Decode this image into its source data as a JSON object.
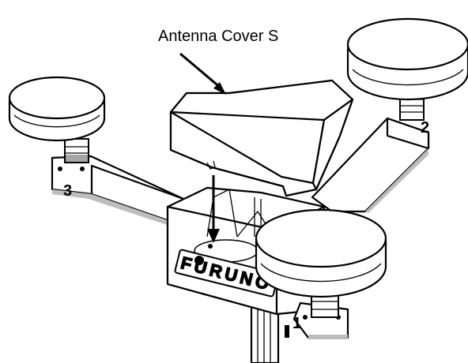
{
  "diagram": {
    "callout_label": "Antenna Cover S",
    "antenna_numbers": [
      "1",
      "2",
      "3"
    ],
    "brand_plate": "FURUNO",
    "colors": {
      "ink": "#000000",
      "fill": "#ffffff",
      "shade": "#bdbdbd"
    }
  }
}
